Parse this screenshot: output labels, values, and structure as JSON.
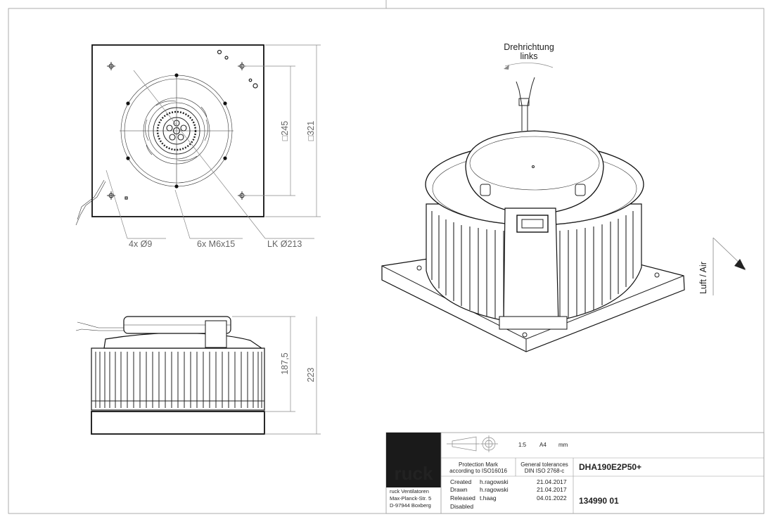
{
  "views": {
    "top": {
      "dim_outer": "□321",
      "dim_inner": "□245",
      "callout_holes": "4x Ø9",
      "callout_screws": "6x M6x15",
      "callout_circle": "LK Ø213"
    },
    "side": {
      "dim_height_body": "187,5",
      "dim_height_total": "223"
    },
    "iso": {
      "rotation_line1": "Drehrichtung",
      "rotation_line2": "links",
      "airflow_label": "Luft / Air"
    }
  },
  "title_block": {
    "logo": "ruck",
    "company_name": "ruck Ventilatoren",
    "company_street": "Max-Planck-Str. 5",
    "company_city": "D-97944 Boxberg",
    "scale": "1:5",
    "paper": "A4",
    "units": "mm",
    "protection_mark_line1": "Protection Mark",
    "protection_mark_line2": "according to ISO16016",
    "tolerances_line1": "General tolerances",
    "tolerances_line2": "DIN ISO 2768-c",
    "product_name": "DHA190E2P50+",
    "rows": [
      {
        "label": "Created",
        "person": "h.ragowski",
        "date": "21.04.2017"
      },
      {
        "label": "Drawn",
        "person": "h.ragowski",
        "date": "21.04.2017"
      },
      {
        "label": "Released",
        "person": "t.haag",
        "date": "04.01.2022"
      },
      {
        "label": "Disabled",
        "person": "",
        "date": ""
      }
    ],
    "part_number": "134990 01"
  }
}
